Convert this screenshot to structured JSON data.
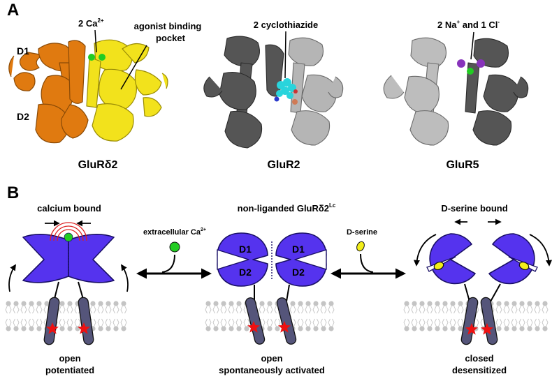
{
  "panel_a": {
    "letter": "A",
    "structures": [
      {
        "name": "GluRδ2",
        "palette": [
          "#e07a10",
          "#f2e21c"
        ]
      },
      {
        "name": "GluR2",
        "palette": [
          "#555555",
          "#b5b5b5"
        ]
      },
      {
        "name": "GluR5",
        "palette": [
          "#bdbdbd",
          "#555555"
        ]
      }
    ],
    "labels": {
      "ca": "2 Ca",
      "ca_sup": "2+",
      "pocket_line1": "agonist binding",
      "pocket_line2": "pocket",
      "d1": "D1",
      "d2": "D2",
      "ctz": "2 cyclothiazide",
      "na_cl": "2 Na",
      "na_sup": "+",
      "cl_tail": " and 1 Cl",
      "cl_sup": "-"
    }
  },
  "panel_b": {
    "letter": "B",
    "states": [
      {
        "title": "calcium bound",
        "title_sup": "",
        "status1": "open",
        "status2": "potentiated"
      },
      {
        "title": "non-liganded GluRδ2",
        "title_sup": "Lc",
        "status1": "open",
        "status2": "spontaneously activated"
      },
      {
        "title": "D-serine bound",
        "title_sup": "",
        "status1": "closed",
        "status2": "desensitized"
      }
    ],
    "lobe_labels": {
      "d1": "D1",
      "d2": "D2"
    },
    "ligands": {
      "calcium": "extracellular Ca",
      "calcium_sup": "2+",
      "dserine": "D-serine"
    }
  },
  "colors": {
    "lobe": "#5533ee",
    "calcium": "#22cc22",
    "dserine": "#f2ee1a",
    "star": "#ee1111",
    "helix": "#55557a",
    "membrane": "#c4c4c4",
    "ca_arc": "#dd2222",
    "na_ion": "#8833bb"
  }
}
